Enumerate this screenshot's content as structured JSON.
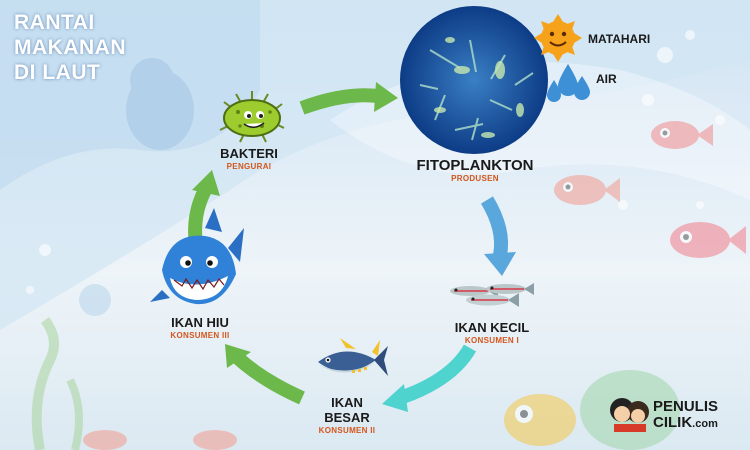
{
  "title": {
    "line1": "RANTAI",
    "line2": "MAKANAN",
    "line3": "DI LAUT"
  },
  "nodes": {
    "fitoplankton": {
      "name": "FITOPLANKTON",
      "role": "PRODUSEN"
    },
    "ikan_kecil": {
      "name": "IKAN KECIL",
      "role": "KONSUMEN I"
    },
    "ikan_besar": {
      "name_line1": "IKAN",
      "name_line2": "BESAR",
      "role": "KONSUMEN II"
    },
    "ikan_hiu": {
      "name": "IKAN HIU",
      "role": "KONSUMEN III"
    },
    "bakteri": {
      "name": "BAKTERI",
      "role": "PENGURAI"
    }
  },
  "inputs": {
    "sun": "MATAHARI",
    "water": "AIR"
  },
  "logo": {
    "line1": "PENULIS",
    "line2": "CILIK",
    "suffix": ".com"
  },
  "colors": {
    "arrow_green": "#6cb84a",
    "arrow_blue": "#5aa7dd",
    "arrow_teal": "#4fd3cf",
    "role_orange": "#d4561c"
  }
}
